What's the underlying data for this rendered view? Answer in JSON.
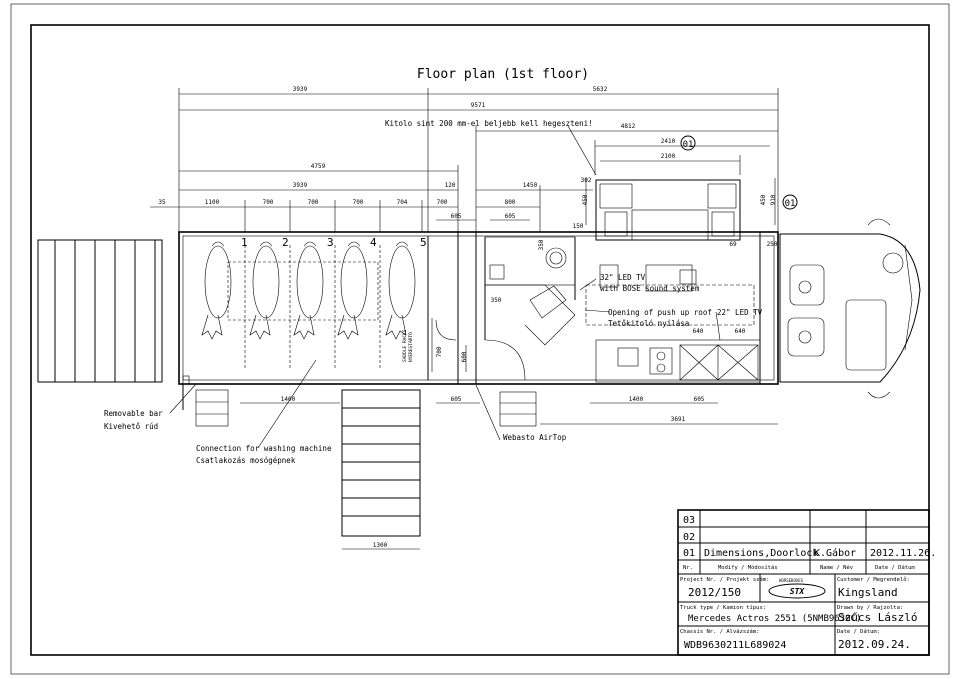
{
  "title": "Floor plan (1st floor)",
  "dimensions": {
    "d3939_top": "3939",
    "d5632": "5632",
    "d9571": "9571",
    "d4759": "4759",
    "d3939_row": "3939",
    "d120": "120",
    "d1450": "1450",
    "d302": "302",
    "d4812": "4812",
    "d2410": "2410",
    "d2100": "2100",
    "d35": "35",
    "d1100": "1100",
    "d700a": "700",
    "d700b": "700",
    "d700c": "700",
    "d704": "704",
    "d700d": "700",
    "d605a": "605",
    "d800": "800",
    "d605b": "605",
    "d450a": "450",
    "d450b": "450",
    "d150": "150",
    "d910": "910",
    "d69": "69",
    "d250": "250",
    "d350a": "350",
    "d350b": "350",
    "d640a": "640",
    "d640b": "640",
    "d700v": "700",
    "d600": "600",
    "d1400a": "1400",
    "d605c": "605",
    "d1400b": "1400",
    "d605d": "605",
    "d3691": "3691",
    "d1300": "1300"
  },
  "markers": {
    "m1": "01",
    "m2": "01"
  },
  "stalls": [
    "1",
    "2",
    "3",
    "4",
    "5"
  ],
  "labels": {
    "kitolo": "Kitolo sint 200 mm-el beljebb kell hegeszteni!",
    "tv32_line1": "32\" LED TV",
    "tv32_line2": "with BOSE sound system",
    "push_up_line1": "Opening of push up roof",
    "push_up_line2": "Tetőkitoló nyílása",
    "tv22": "22\" LED TV",
    "removable_line1": "Removable bar",
    "removable_line2": "Kivehető rúd",
    "washing_line1": "Connection for washing machine",
    "washing_line2": "Csatlakozás mosógépnek",
    "webasto": "Webasto AirTop",
    "saddle1": "SADDLE RACKS",
    "saddle2": "NYEREGTARTÓ"
  },
  "titleblock": {
    "revisions": [
      {
        "nr": "03",
        "modify": "",
        "name": "",
        "date": ""
      },
      {
        "nr": "02",
        "modify": "",
        "name": "",
        "date": ""
      },
      {
        "nr": "01",
        "modify": "Dimensions,Doorlock",
        "name": "K.Gábor",
        "date": "2012.11.26."
      }
    ],
    "header_nr": "Nr.",
    "header_modify": "Modify / Módosítás",
    "header_name": "Name / Név",
    "header_date": "Date / Dátum",
    "project_label": "Project Nr. / Projekt szám:",
    "project_value": "2012/150",
    "logo_top": "HORSEBOXES",
    "logo_main": "STX",
    "customer_label": "Customer / Megrendelő:",
    "customer_value": "Kingsland",
    "truck_label": "Truck type / Kamion típus:",
    "truck_value": "Mercedes Actros 2551 (5NMB9630C)",
    "drawn_label": "Drawn by / Rajzolta:",
    "drawn_value": "Szűcs László",
    "chassis_label": "Chassis Nr. / Alvázszám:",
    "chassis_value": "WDB9630211L689024",
    "date_label": "Date / Dátum:",
    "date_value": "2012.09.24."
  }
}
